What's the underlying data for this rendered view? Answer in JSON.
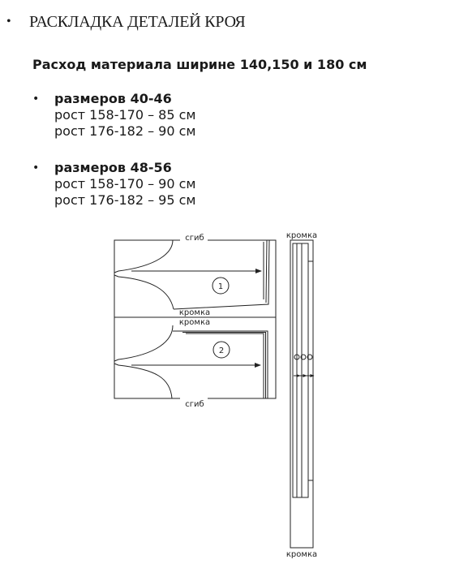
{
  "heading": {
    "bullet": "•",
    "text": "РАСКЛАДКА ДЕТАЛЕЙ КРОЯ"
  },
  "consumption": {
    "title": "Расход материала ширине 140,150 и 180 см",
    "groups": [
      {
        "bullet": "•",
        "title": "размеров 40-46",
        "lines": [
          "рост 158-170 – 85 см",
          "рост 176-182 – 90 см"
        ]
      },
      {
        "bullet": "•",
        "title": "размеров 48-56",
        "lines": [
          "рост 158-170 – 90 см",
          "рост 176-182 – 95 см"
        ]
      }
    ]
  },
  "layout_diagram": {
    "fold_top": "сгиб",
    "selvedge_middle_top": "кромка",
    "selvedge_middle_bottom": "кромка",
    "fold_bottom": "сгиб",
    "piece_1": "1",
    "piece_2": "2"
  },
  "strip_diagram": {
    "selvedge_top": "кромка",
    "selvedge_bottom": "кромка"
  }
}
